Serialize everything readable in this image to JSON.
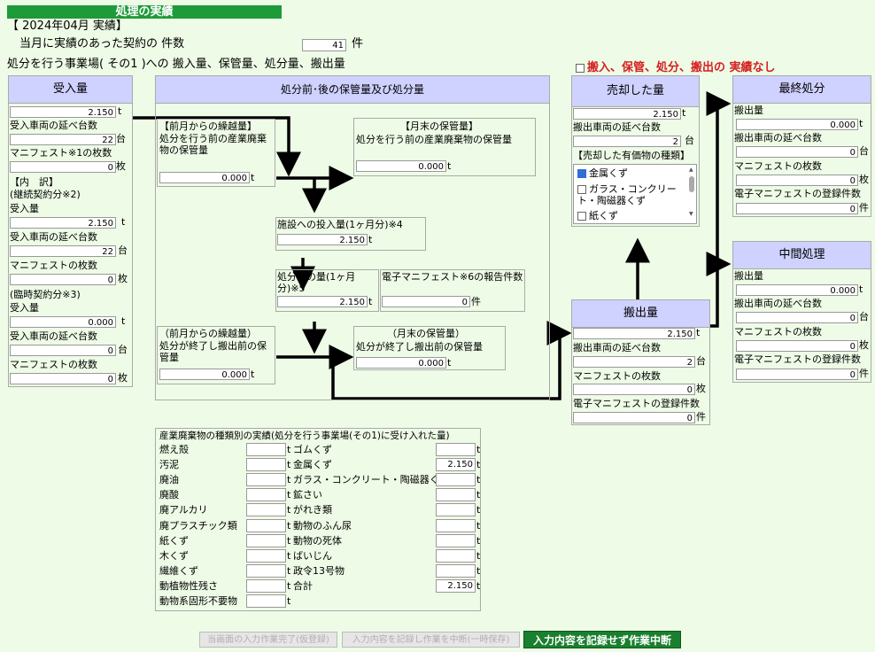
{
  "header": {
    "title": "処理の実績",
    "period": "【 2024年04月 実績】",
    "contract_label": "当月に実績のあった契約の 件数",
    "contract_count": "41",
    "contract_unit": "件",
    "site_label": "処分を行う事業場( その1 )への 搬入量、保管量、処分量、搬出量",
    "no_record_label": "搬入、保管、処分、搬出の 実績なし"
  },
  "units": {
    "t": "t",
    "vehicles": "台",
    "sheets": "枚",
    "cases": "件"
  },
  "intake": {
    "header": "受入量",
    "amount": "2.150",
    "vehicles_label": "受入車両の延べ台数",
    "vehicles": "22",
    "manifest_label": "マニフェスト※1の枚数",
    "manifest": "0",
    "breakdown_label": "【内　訳】",
    "continuous_label": "(継続契約分※2)",
    "amount_label": "受入量",
    "continuous_amount": "2.150",
    "continuous_vehicles": "22",
    "manifest_count_label": "マニフェストの枚数",
    "continuous_manifest": "0",
    "temporary_label": "(臨時契約分※3)",
    "temporary_amount": "0.000",
    "temporary_vehicles": "0",
    "temporary_manifest": "0"
  },
  "process": {
    "header": "処分前･後の保管量及び処分量",
    "carry_before_title": "【前月からの繰越量】",
    "carry_before_desc": "処分を行う前の産業廃棄物の保管量",
    "carry_before_value": "0.000",
    "month_end_before_title": "【月末の保管量】",
    "month_end_before_desc": "処分を行う前の産業廃棄物の保管量",
    "month_end_before_value": "0.000",
    "input_label": "施設への投入量(1ヶ月分)※4",
    "input_value": "2.150",
    "after_label": "処分後の量(1ヶ月分)※5",
    "after_value": "2.150",
    "emanifest_label": "電子マニフェスト※6の報告件数",
    "emanifest_value": "0",
    "carry_after_title": "（前月からの繰越量）",
    "carry_after_desc": "処分が終了し搬出前の保管量",
    "carry_after_value": "0.000",
    "month_end_after_title": "（月末の保管量）",
    "month_end_after_desc": "処分が終了し搬出前の保管量",
    "month_end_after_value": "0.000"
  },
  "sold": {
    "header": "売却した量",
    "amount": "2.150",
    "vehicles_label": "搬出車両の延べ台数",
    "vehicles": "2",
    "types_label": "【売却した有価物の種類】",
    "types": [
      {
        "label": "金属くず",
        "checked": true
      },
      {
        "label": "ガラス・コンクリート・陶磁器くず",
        "checked": false
      },
      {
        "label": "紙くず",
        "checked": false
      }
    ]
  },
  "carry_out": {
    "header": "搬出量",
    "amount": "2.150",
    "vehicles_label": "搬出車両の延べ台数",
    "vehicles": "2",
    "manifest_label": "マニフェストの枚数",
    "manifest": "0",
    "emanifest_label": "電子マニフェストの登録件数",
    "emanifest": "0"
  },
  "final_disposal": {
    "header": "最終処分",
    "amount_label": "搬出量",
    "amount": "0.000",
    "vehicles_label": "搬出車両の延べ台数",
    "vehicles": "0",
    "manifest_label": "マニフェストの枚数",
    "manifest": "0",
    "emanifest_label": "電子マニフェストの登録件数",
    "emanifest": "0"
  },
  "intermediate": {
    "header": "中間処理",
    "amount_label": "搬出量",
    "amount": "0.000",
    "vehicles_label": "搬出車両の延べ台数",
    "vehicles": "0",
    "manifest_label": "マニフェストの枚数",
    "manifest": "0",
    "emanifest_label": "電子マニフェストの登録件数",
    "emanifest": "0"
  },
  "waste_types": {
    "title": "産業廃棄物の種類別の実績(処分を行う事業場(その1)に受け入れた量)",
    "left": [
      {
        "label": "燃え殻",
        "value": ""
      },
      {
        "label": "汚泥",
        "value": ""
      },
      {
        "label": "廃油",
        "value": ""
      },
      {
        "label": "廃酸",
        "value": ""
      },
      {
        "label": "廃アルカリ",
        "value": ""
      },
      {
        "label": "廃プラスチック類",
        "value": ""
      },
      {
        "label": "紙くず",
        "value": ""
      },
      {
        "label": "木くず",
        "value": ""
      },
      {
        "label": "繊維くず",
        "value": ""
      },
      {
        "label": "動植物性残さ",
        "value": ""
      },
      {
        "label": "動物系固形不要物",
        "value": ""
      }
    ],
    "right": [
      {
        "label": "ゴムくず",
        "value": ""
      },
      {
        "label": "金属くず",
        "value": "2.150"
      },
      {
        "label": "ガラス・コンクリート・陶磁器くず",
        "value": ""
      },
      {
        "label": "鉱さい",
        "value": ""
      },
      {
        "label": "がれき類",
        "value": ""
      },
      {
        "label": "動物のふん尿",
        "value": ""
      },
      {
        "label": "動物の死体",
        "value": ""
      },
      {
        "label": "ばいじん",
        "value": ""
      },
      {
        "label": "政令13号物",
        "value": ""
      },
      {
        "label": "合計",
        "value": "2.150"
      }
    ]
  },
  "buttons": {
    "complete": "当画面の入力作業完了(仮登録)",
    "save_suspend": "入力内容を記録し作業を中断(一時保存)",
    "discard_suspend": "入力内容を記録せず作業中断"
  },
  "colors": {
    "accent": "#1d9b3a",
    "panel_head": "#cfd1ff",
    "warning": "#d42020",
    "background": "#eefbe6"
  }
}
